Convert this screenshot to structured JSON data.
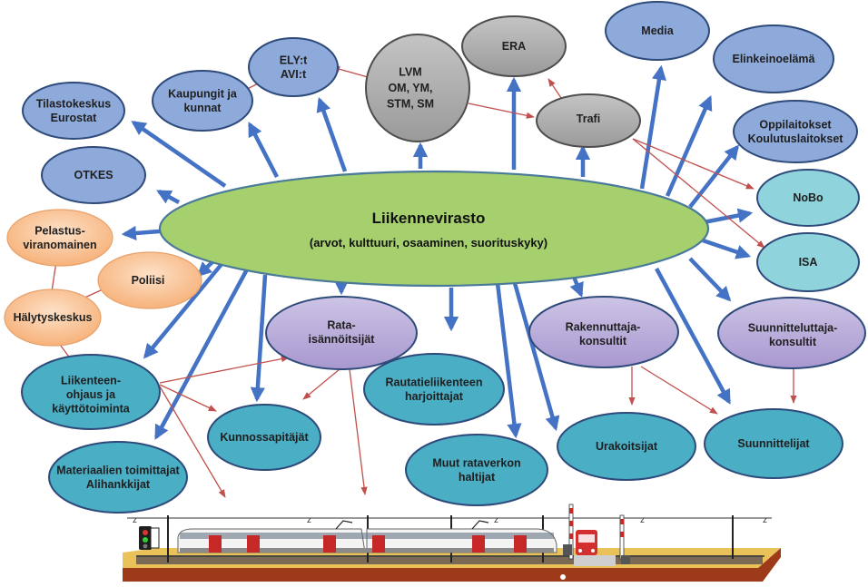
{
  "center": {
    "title": "Liikennevirasto",
    "subtitle": "(arvot, kulttuuri, osaaminen, suorituskyky)"
  },
  "nodes": {
    "ely": [
      "ELY:t",
      "AVI:t"
    ],
    "lvm": [
      "LVM",
      "OM, YM,",
      "STM, SM"
    ],
    "era": [
      "ERA"
    ],
    "media": [
      "Media"
    ],
    "elinkeino": [
      "Elinkeinoelämä"
    ],
    "kaupungit": [
      "Kaupungit ja",
      "kunnat"
    ],
    "tilasto": [
      "Tilastokeskus",
      "Eurostat"
    ],
    "trafi": [
      "Trafi"
    ],
    "oppilaitokset": [
      "Oppilaitokset",
      "Koulutuslaitokset"
    ],
    "otkes": [
      "OTKES"
    ],
    "nobo": [
      "NoBo"
    ],
    "pelastus": [
      "Pelastus-",
      "viranomainen"
    ],
    "isa": [
      "ISA"
    ],
    "poliisi": [
      "Poliisi"
    ],
    "halytys": [
      "Hälytyskeskus"
    ],
    "rata_isannoitsijat": [
      "Rata-",
      "isännöitsijät"
    ],
    "rakennuttaja": [
      "Rakennuttaja-",
      "konsultit"
    ],
    "suunnittelu_konsultit": [
      "Suunnitteluttaja-",
      "konsultit"
    ],
    "liikenteenohjaus": [
      "Liikenteen-",
      "ohjaus ja",
      "käyttötoiminta"
    ],
    "rautatieliikenne": [
      "Rautatieliikenteen",
      "harjoittajat"
    ],
    "kunnossapitajat": [
      "Kunnossapitäjät"
    ],
    "urakoitsijat": [
      "Urakoitsijat"
    ],
    "suunnittelijat": [
      "Suunnittelijat"
    ],
    "muut": [
      "Muut rataverkon",
      "haltijat"
    ],
    "materiaalien": [
      "Materiaalien toimittajat",
      "Alihankkijat"
    ]
  },
  "colors": {
    "center_fill": "#a6cf6e",
    "blue_fill": "#8eaadb",
    "gray_fill": "#ababab",
    "cyan_fill": "#8fd3dc",
    "orange_fill": "#f9bf8f",
    "purple_fill": "#b4a7d6",
    "teal_fill": "#4aaec5",
    "arrow_blue": "#4472c4",
    "arrow_red": "#c0504d"
  },
  "illustration": {
    "name": "railway-train-crossing",
    "wire_marks": [
      "z",
      "z",
      "z",
      "z",
      "z"
    ]
  }
}
